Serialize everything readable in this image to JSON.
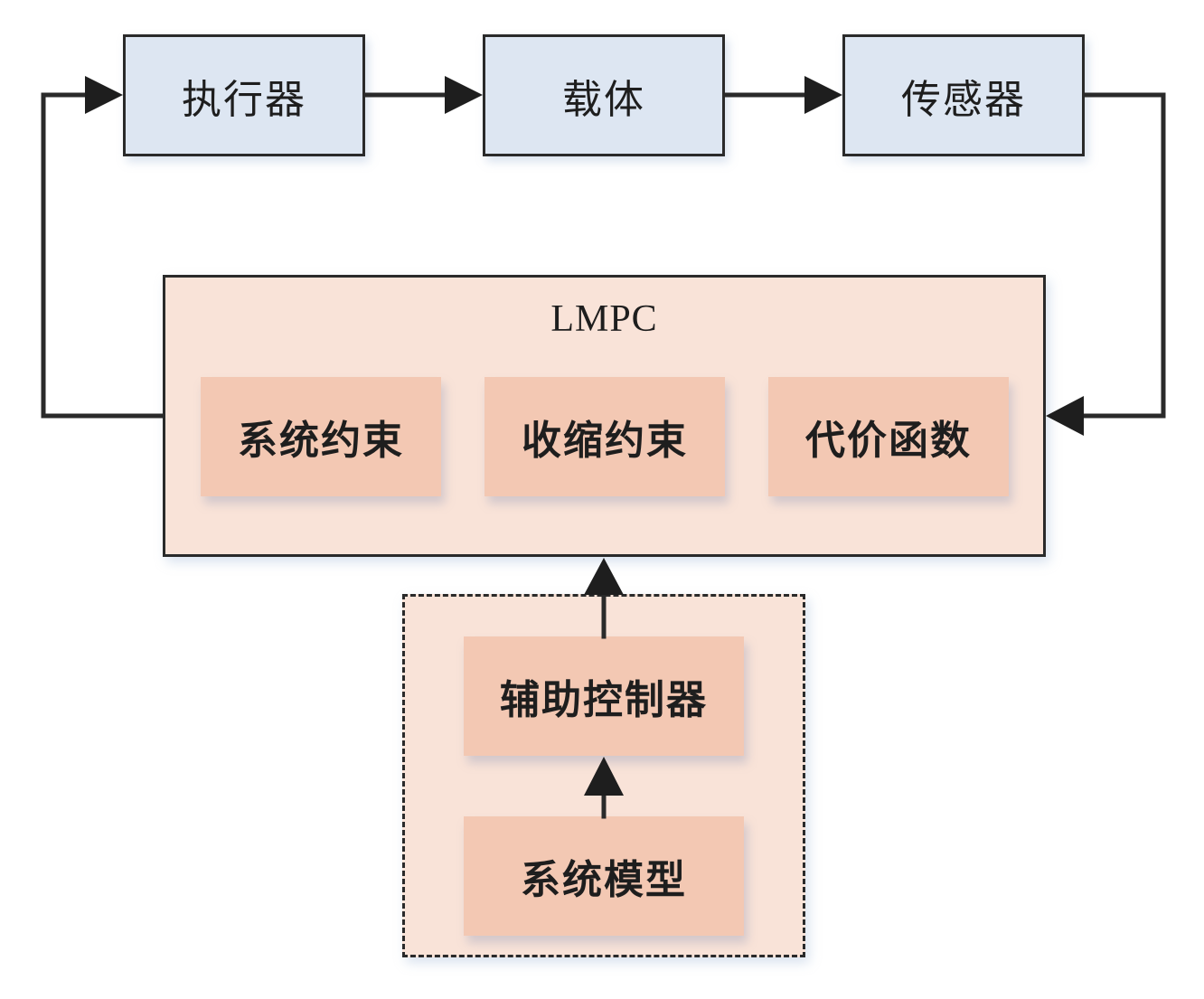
{
  "diagram": {
    "top_row": [
      {
        "id": "actuator",
        "label": "执行器"
      },
      {
        "id": "carrier",
        "label": "载体"
      },
      {
        "id": "sensor",
        "label": "传感器"
      }
    ],
    "controller": {
      "title": "LMPC",
      "components": [
        {
          "id": "system-constraints",
          "label": "系统约束"
        },
        {
          "id": "contraction-constraints",
          "label": "收缩约束"
        },
        {
          "id": "cost-function",
          "label": "代价函数"
        }
      ]
    },
    "auxiliary_group": {
      "blocks": [
        {
          "id": "auxiliary-controller",
          "label": "辅助控制器"
        },
        {
          "id": "system-model",
          "label": "系统模型"
        }
      ]
    },
    "connections": [
      {
        "from": "actuator",
        "to": "carrier"
      },
      {
        "from": "carrier",
        "to": "sensor"
      },
      {
        "from": "sensor",
        "to": "LMPC"
      },
      {
        "from": "LMPC",
        "to": "actuator"
      },
      {
        "from": "auxiliary-controller",
        "to": "LMPC"
      },
      {
        "from": "system-model",
        "to": "auxiliary-controller"
      }
    ],
    "colors": {
      "top_fill": "#dde6f2",
      "lmpc_fill": "#f9e3d8",
      "inner_fill": "#f3c8b3",
      "line": "#2a2a2a"
    }
  }
}
